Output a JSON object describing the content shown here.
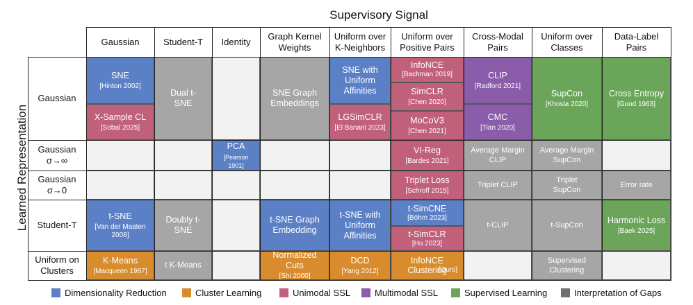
{
  "title": "Supervisory Signal",
  "y_axis_label": "Learned Representation",
  "columns": [
    "Gaussian",
    "Student-T",
    "Identity",
    "Graph Kernel Weights",
    "Uniform over K-Neighbors",
    "Uniform over Positive Pairs",
    "Cross-Modal Pairs",
    "Uniform over Classes",
    "Data-Label Pairs"
  ],
  "rows": [
    "Gaussian",
    "Gaussian σ→∞",
    "Gaussian σ→0",
    "Student-T",
    "Uniform on Clusters"
  ],
  "cells": {
    "sne": {
      "title": "SNE",
      "cite": "[Hinton 2002]"
    },
    "xsample": {
      "title": "X-Sample CL",
      "cite": "[Sobal 2025]"
    },
    "dual_tsne": {
      "title": "Dual t-SNE"
    },
    "sne_graph": {
      "title": "SNE Graph Embeddings"
    },
    "sne_uniform": {
      "title": "SNE with Uniform Affinities"
    },
    "lgsimclr": {
      "title": "LGSimCLR",
      "cite": "[El Banani 2023]"
    },
    "infonce": {
      "title": "InfoNCE",
      "cite": "[Bachman 2019]"
    },
    "simclr": {
      "title": "SimCLR",
      "cite": "[Chen 2020]"
    },
    "mocov3": {
      "title": "MoCoV3",
      "cite": "[Chen 2021]"
    },
    "clip": {
      "title": "CLIP",
      "cite": "[Radford 2021]"
    },
    "cmc": {
      "title": "CMC",
      "cite": "[Tian 2020]"
    },
    "supcon": {
      "title": "SupCon",
      "cite": "[Khosla 2020]"
    },
    "cross_entropy": {
      "title": "Cross Entropy",
      "cite": "[Good 1963]"
    },
    "pca": {
      "title": "PCA",
      "cite": "[Pearson 1901]"
    },
    "vireg": {
      "title": "VI-Reg",
      "cite": "[Bardes 2021]"
    },
    "avg_margin_clip": {
      "title": "Average Margin CLIP"
    },
    "avg_margin_supcon": {
      "title": "Average Margin SupCon"
    },
    "triplet_loss": {
      "title": "Triplet Loss",
      "cite": "[Schroff  2015]"
    },
    "triplet_clip": {
      "title": "Triplet CLIP"
    },
    "triplet_supcon": {
      "title": "Triplet SupCon"
    },
    "error_rate": {
      "title": "Error rate"
    },
    "tsne": {
      "title": "t-SNE",
      "cite": "[Van der Maaten 2008]"
    },
    "doubly_tsne": {
      "title": "Doubly t-SNE"
    },
    "tsne_graph": {
      "title": "t-SNE Graph Embedding"
    },
    "tsne_uniform": {
      "title": "t-SNE with Uniform Affinities"
    },
    "tsimcne": {
      "title": "t-SimCNE",
      "cite": "[Böhm 2023]"
    },
    "tsimclr": {
      "title": "t-SimCLR",
      "cite": "[Hu 2023]"
    },
    "tclip": {
      "title": "t-CLIP"
    },
    "tsupcon": {
      "title": "t-SupCon"
    },
    "harmonic": {
      "title": "Harmonic Loss",
      "cite": "[Baek 2025]"
    },
    "kmeans": {
      "title": "K-Means",
      "cite": "[Macqueen 1967]"
    },
    "tkmeans": {
      "title": "t K-Means"
    },
    "ncuts": {
      "title": "Normalized Cuts",
      "cite": "[Shi 2000]"
    },
    "dcd": {
      "title": "DCD",
      "cite": "[Yang 2012]"
    },
    "infonce_clustering": {
      "title": "InfoNCE Clustering",
      "cite": "[Ours]"
    },
    "supervised_clustering": {
      "title": "Supervised Clustering"
    }
  },
  "legend": [
    {
      "label": "Dimensionality Reduction",
      "color": "#5b80c6"
    },
    {
      "label": "Cluster Learning",
      "color": "#d88c2d"
    },
    {
      "label": "Unimodal SSL",
      "color": "#c1607a"
    },
    {
      "label": "Multimodal SSL",
      "color": "#8a5ca9"
    },
    {
      "label": "Supervised Learning",
      "color": "#6aa55a"
    },
    {
      "label": "Interpretation of Gaps",
      "color": "#6f6f6f"
    }
  ]
}
